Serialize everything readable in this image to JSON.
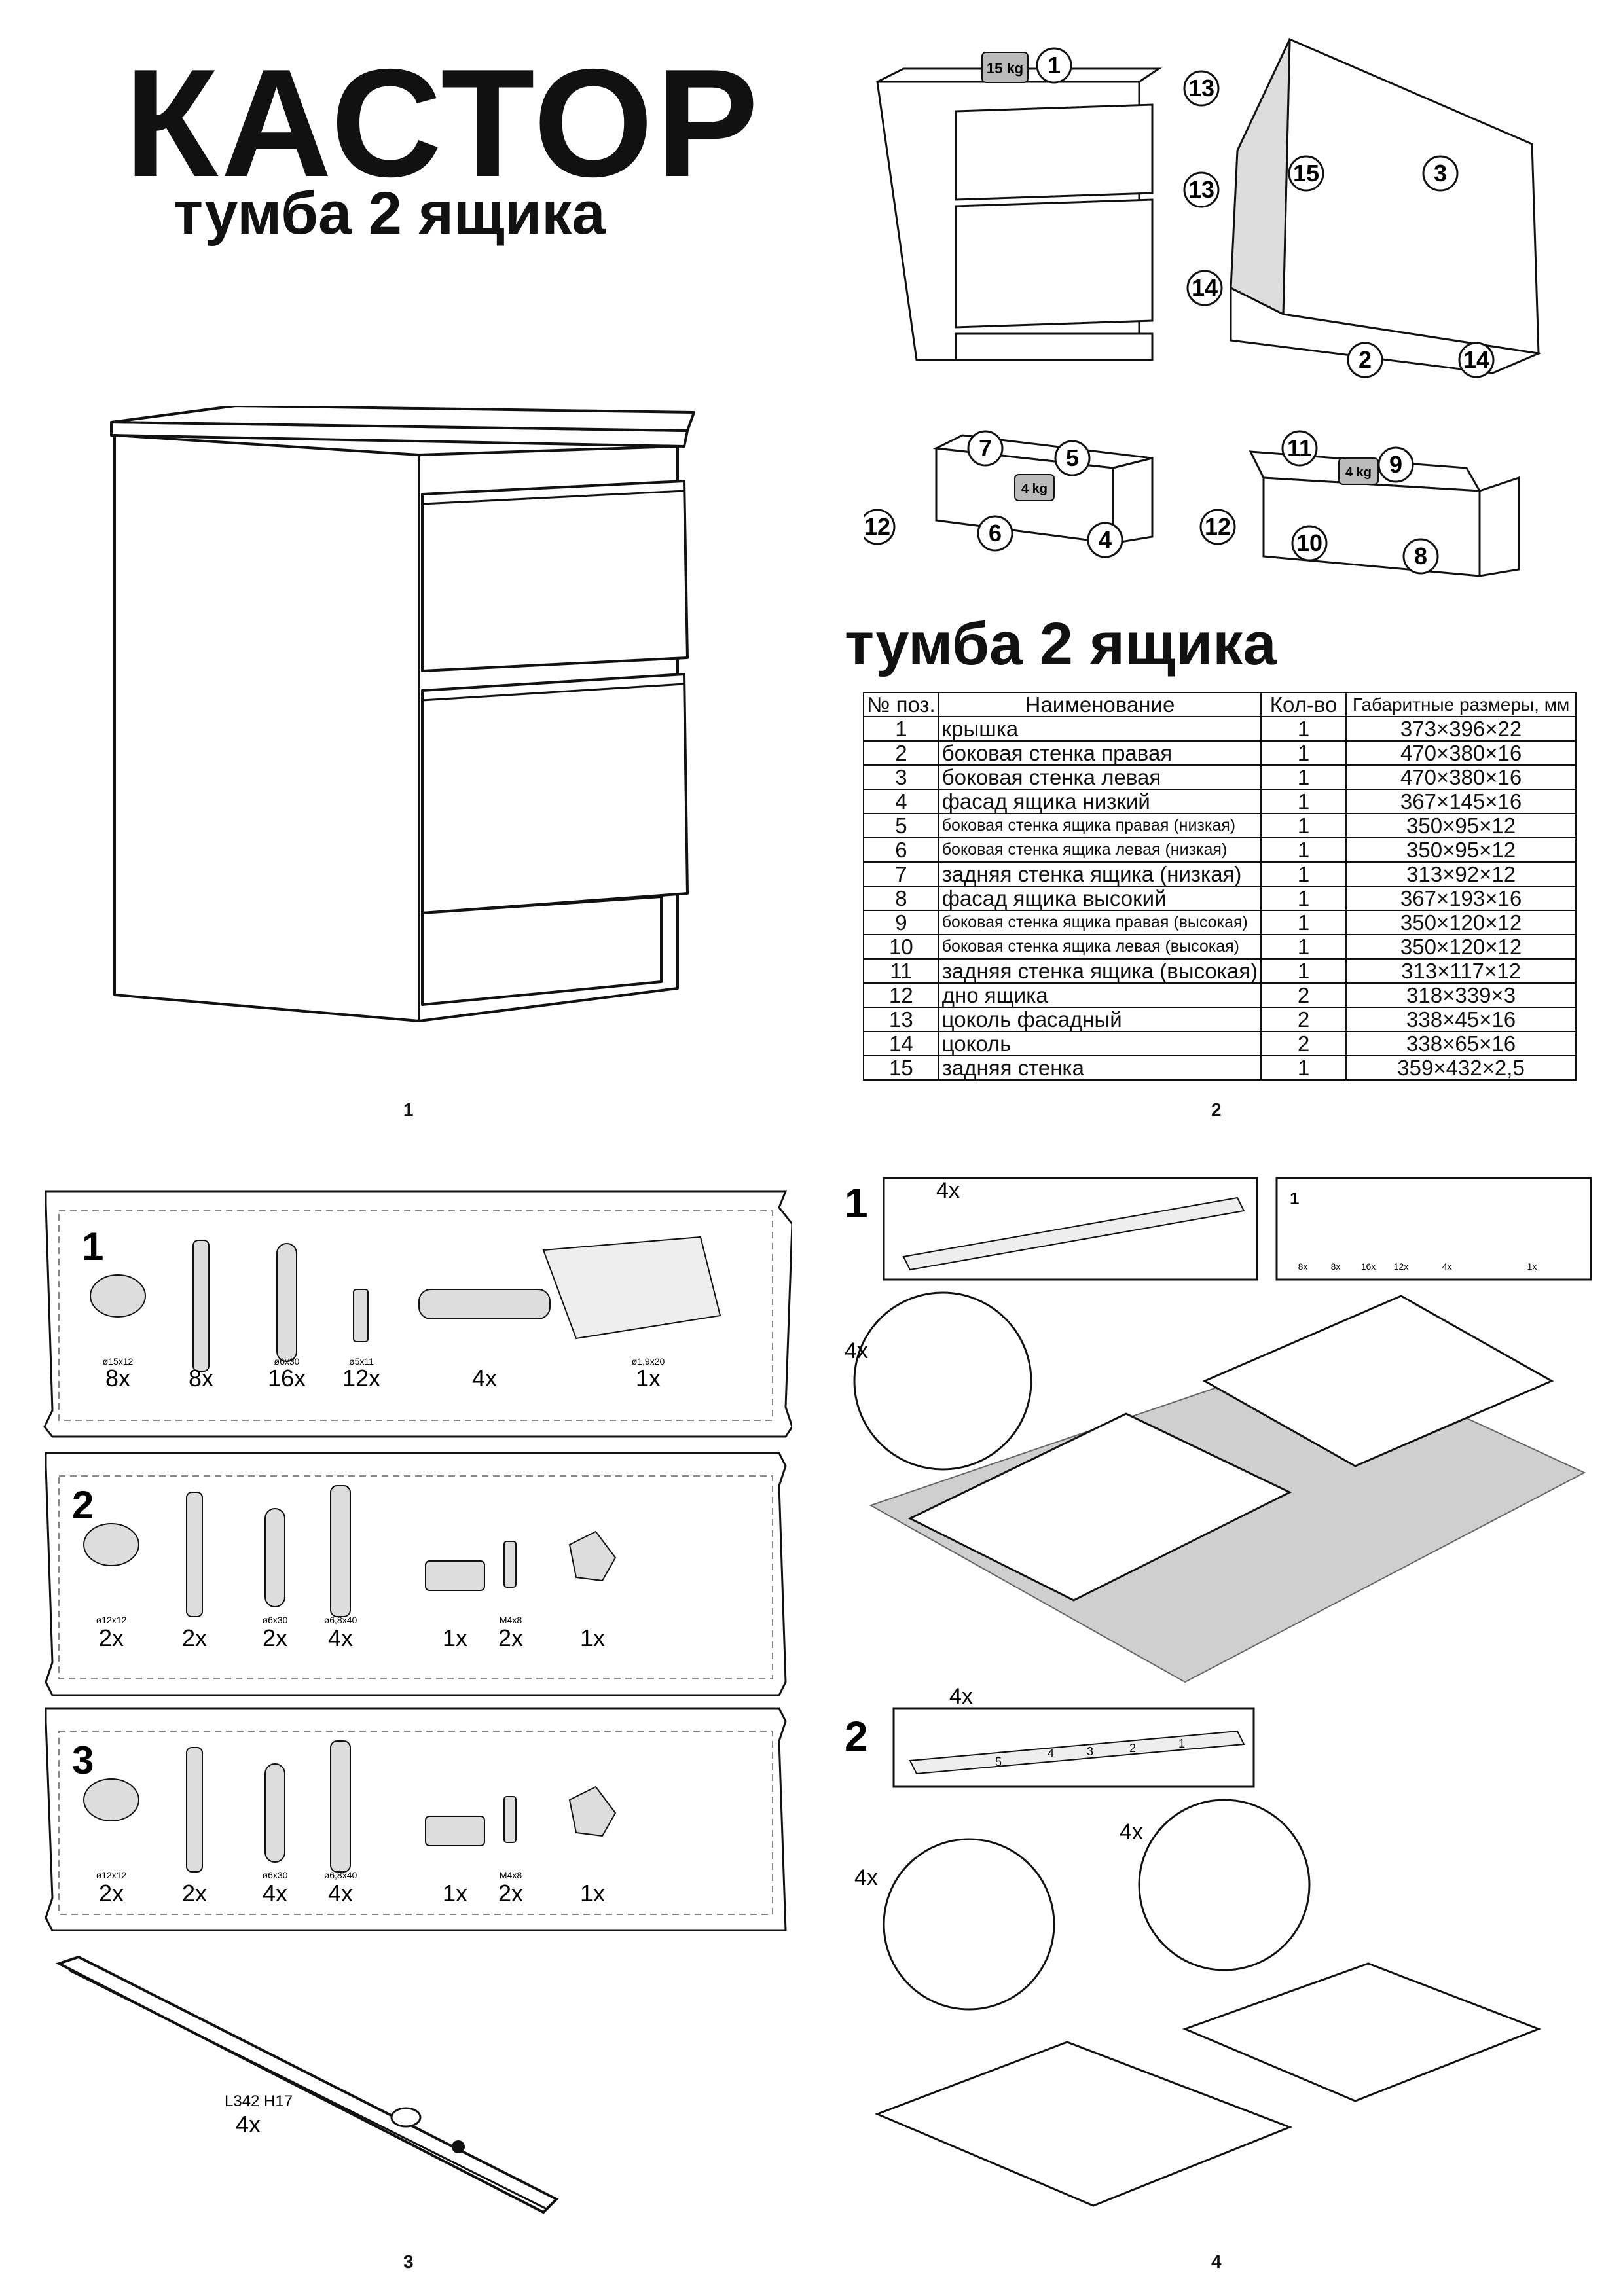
{
  "header": {
    "title": "КАСТОР",
    "subtitle": "тумба 2 ящика"
  },
  "diagram_labels": {
    "weight_top": "15 kg",
    "weight_drawer": "4 kg",
    "weight_drawer2": "4 kg",
    "part_numbers": [
      "1",
      "2",
      "3",
      "4",
      "5",
      "6",
      "7",
      "8",
      "9",
      "10",
      "11",
      "12",
      "13",
      "14",
      "15"
    ]
  },
  "parts_table": {
    "title": "тумба 2 ящика",
    "headers": [
      "№ поз.",
      "Наименование",
      "Кол-во",
      "Габаритные размеры, мм"
    ],
    "rows": [
      {
        "pos": "1",
        "name": "крышка",
        "qty": "1",
        "dims": "373×396×22"
      },
      {
        "pos": "2",
        "name": "боковая стенка правая",
        "qty": "1",
        "dims": "470×380×16"
      },
      {
        "pos": "3",
        "name": "боковая стенка левая",
        "qty": "1",
        "dims": "470×380×16"
      },
      {
        "pos": "4",
        "name": "фасад ящика низкий",
        "qty": "1",
        "dims": "367×145×16"
      },
      {
        "pos": "5",
        "name": "боковая стенка ящика правая (низкая)",
        "qty": "1",
        "dims": "350×95×12"
      },
      {
        "pos": "6",
        "name": "боковая стенка ящика левая (низкая)",
        "qty": "1",
        "dims": "350×95×12"
      },
      {
        "pos": "7",
        "name": "задняя стенка ящика (низкая)",
        "qty": "1",
        "dims": "313×92×12"
      },
      {
        "pos": "8",
        "name": "фасад ящика высокий",
        "qty": "1",
        "dims": "367×193×16"
      },
      {
        "pos": "9",
        "name": "боковая стенка ящика правая (высокая)",
        "qty": "1",
        "dims": "350×120×12"
      },
      {
        "pos": "10",
        "name": "боковая стенка ящика левая (высокая)",
        "qty": "1",
        "dims": "350×120×12"
      },
      {
        "pos": "11",
        "name": "задняя стенка ящика (высокая)",
        "qty": "1",
        "dims": "313×117×12"
      },
      {
        "pos": "12",
        "name": "дно ящика",
        "qty": "2",
        "dims": "318×339×3"
      },
      {
        "pos": "13",
        "name": "цоколь фасадный",
        "qty": "2",
        "dims": "338×45×16"
      },
      {
        "pos": "14",
        "name": "цоколь",
        "qty": "2",
        "dims": "338×65×16"
      },
      {
        "pos": "15",
        "name": "задняя стенка",
        "qty": "1",
        "dims": "359×432×2,5"
      }
    ]
  },
  "hardware_panels": [
    {
      "step": "1",
      "items": [
        {
          "icon": "cam-lock",
          "size": "ø15x12",
          "qty": "8x"
        },
        {
          "icon": "cam-bolt",
          "size": "",
          "qty": "8x"
        },
        {
          "icon": "dowel",
          "size": "ø6x30",
          "qty": "16x"
        },
        {
          "icon": "screw",
          "size": "ø5x11",
          "qty": "12x"
        },
        {
          "icon": "handle",
          "size": "",
          "qty": "4x"
        },
        {
          "icon": "nail-bag",
          "size": "ø1,9x20",
          "qty": "1x"
        }
      ]
    },
    {
      "step": "2",
      "items": [
        {
          "icon": "cam-lock",
          "size": "ø12x12",
          "qty": "2x"
        },
        {
          "icon": "cam-bolt",
          "size": "",
          "qty": "2x"
        },
        {
          "icon": "dowel",
          "size": "ø6x30",
          "qty": "2x"
        },
        {
          "icon": "long-screw",
          "size": "ø6,8x40",
          "qty": "4x"
        },
        {
          "icon": "felt-pad",
          "size": "",
          "qty": "1x"
        },
        {
          "icon": "small-screw",
          "size": "M4x8",
          "qty": "2x"
        },
        {
          "icon": "corner-bracket",
          "size": "",
          "qty": "1x"
        }
      ]
    },
    {
      "step": "3",
      "items": [
        {
          "icon": "cam-lock",
          "size": "ø12x12",
          "qty": "2x"
        },
        {
          "icon": "cam-bolt",
          "size": "",
          "qty": "2x"
        },
        {
          "icon": "dowel",
          "size": "ø6x30",
          "qty": "4x"
        },
        {
          "icon": "long-screw",
          "size": "ø6,8x40",
          "qty": "4x"
        },
        {
          "icon": "felt-pad",
          "size": "",
          "qty": "1x"
        },
        {
          "icon": "small-screw",
          "size": "M4x8",
          "qty": "2x"
        },
        {
          "icon": "corner-bracket",
          "size": "",
          "qty": "1x"
        }
      ]
    }
  ],
  "rail": {
    "label": "L342 H17",
    "qty": "4x"
  },
  "steps": {
    "step1": {
      "number": "1",
      "qty": "4x",
      "qty_detail": "4x"
    },
    "step2": {
      "number": "2",
      "qty": "4x",
      "qty_detail_left": "4x",
      "qty_detail_right": "4x"
    },
    "mini_panel": {
      "step": "1",
      "quantities": [
        "8x",
        "8x",
        "16x",
        "12x",
        "4x",
        "1x"
      ]
    },
    "rail_marks": [
      "1",
      "2",
      "3",
      "4",
      "5"
    ]
  },
  "page_numbers": [
    "1",
    "2",
    "3",
    "4"
  ]
}
